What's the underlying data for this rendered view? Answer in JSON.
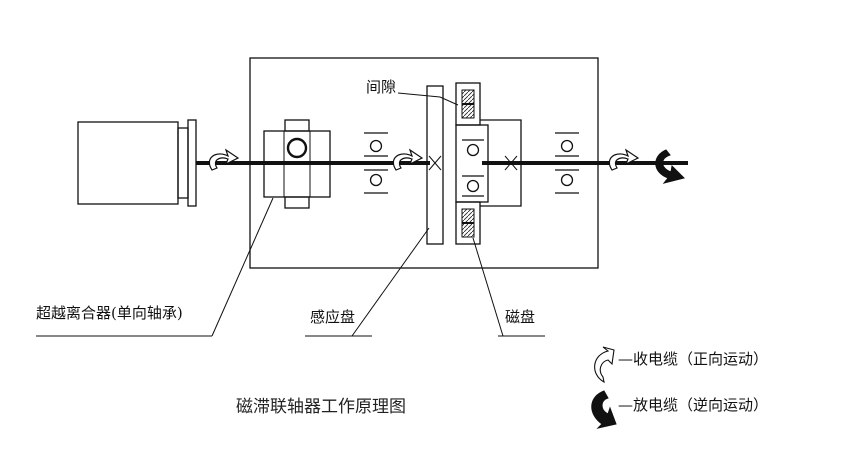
{
  "labels": {
    "clutch": "超越离合器(单向轴承)",
    "sensing_disc": "感应盘",
    "magnetic_disc": "磁盘",
    "gap": "间隙"
  },
  "legend": {
    "retract": "—收电缆（正向运动）",
    "release": "—放电缆（逆向运动）"
  },
  "caption": "磁滞联轴器工作原理图"
}
